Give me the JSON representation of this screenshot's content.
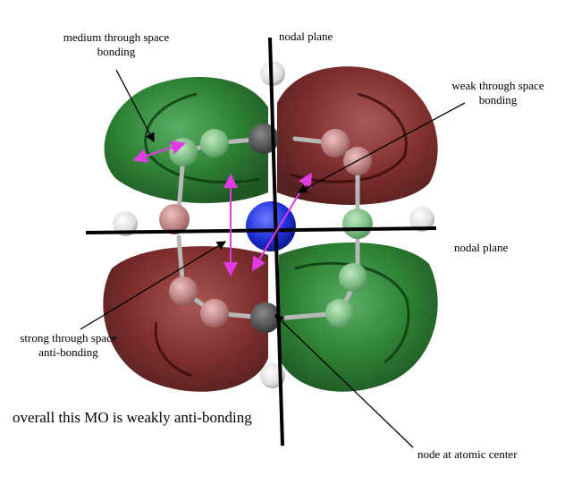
{
  "labels": {
    "medium_top": "medium through space",
    "medium_bottom": "bonding",
    "nodal_plane_top": "nodal plane",
    "weak_top": "weak through space",
    "weak_bottom": "bonding",
    "nodal_plane_right": "nodal plane",
    "strong_top": "strong through space",
    "strong_bottom": "anti-bonding",
    "overall": "overall this MO is weakly anti-bonding",
    "node_center": "node at atomic center"
  },
  "colors": {
    "green_lobe": "#1f7a26",
    "red_lobe": "#7a2020",
    "central_atom": "#1f2fd6",
    "arrow_magenta": "#e23be6",
    "hydrogen": "#e8e8e8"
  }
}
